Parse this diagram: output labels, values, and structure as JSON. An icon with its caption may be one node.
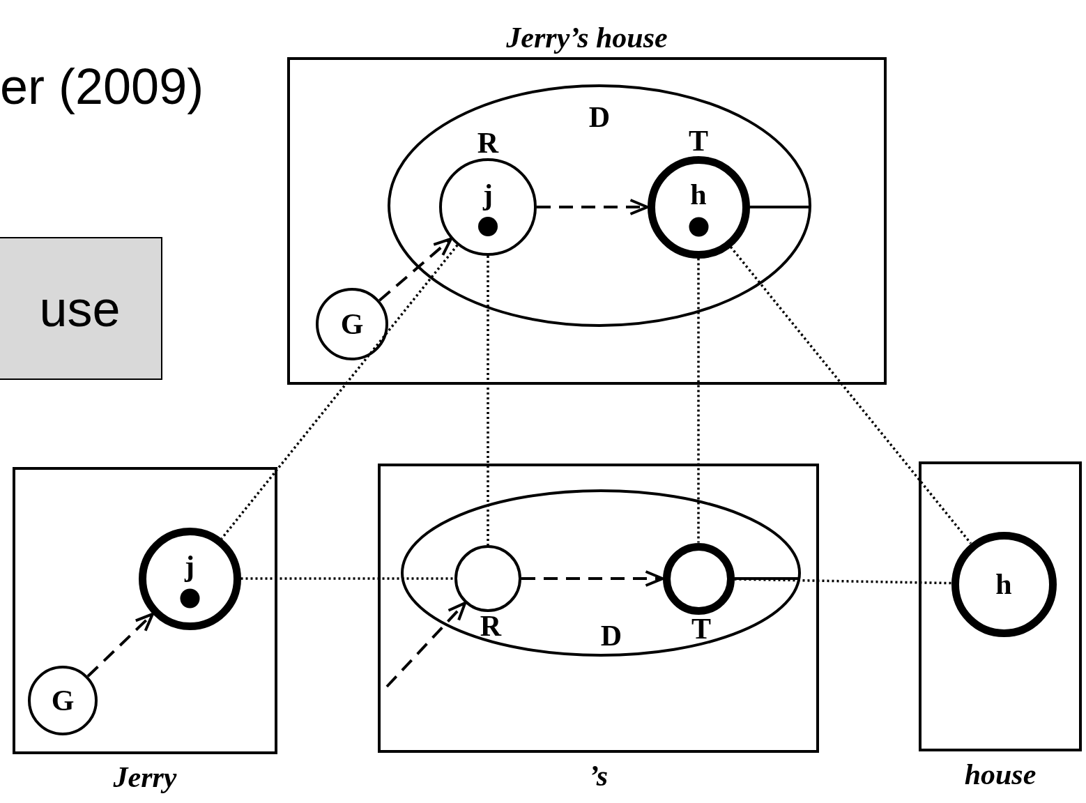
{
  "diagram": {
    "title": "er (2009)",
    "nodes": [
      {
        "text": [
          "Jerry’s house"
        ]
      },
      {
        "text": [
          "D"
        ],
        "in": 0
      },
      {
        "text": [
          "R",
          "j"
        ],
        "in": 1
      },
      {
        "text": [
          "T",
          "h"
        ],
        "in": 1
      },
      {
        "text": [
          "G"
        ],
        "in": 0
      },
      {
        "text": [
          "use"
        ]
      },
      {
        "text": [
          "Jerry"
        ]
      },
      {
        "text": [
          "j"
        ],
        "in": 6
      },
      {
        "text": [
          "G"
        ],
        "in": 6
      },
      {
        "text": [
          "’s"
        ]
      },
      {
        "text": [
          "D"
        ],
        "in": 9
      },
      {
        "text": [
          "R"
        ],
        "in": 10
      },
      {
        "text": [
          "T"
        ],
        "in": 10
      },
      {
        "text": [
          "house"
        ]
      },
      {
        "text": [
          "h"
        ],
        "in": 13
      }
    ],
    "edges": [
      {
        "from": 4,
        "to": 2,
        "arrow": "to",
        "style": "dashed"
      },
      {
        "from": 2,
        "to": 3,
        "arrow": "to",
        "style": "dashed"
      },
      {
        "from": 3,
        "to": 1,
        "arrow": "none"
      },
      {
        "from": 2,
        "to": 7,
        "arrow": "none",
        "style": "dashed"
      },
      {
        "from": 2,
        "to": 11,
        "arrow": "none",
        "style": "dashed"
      },
      {
        "from": 3,
        "to": 12,
        "arrow": "none",
        "style": "dashed"
      },
      {
        "from": 3,
        "to": 14,
        "arrow": "none",
        "style": "dashed"
      },
      {
        "from": 8,
        "to": 7,
        "arrow": "to",
        "style": "dashed"
      },
      {
        "from": 7,
        "to": 11,
        "arrow": "none",
        "style": "dashed"
      },
      {
        "from": 11,
        "to": 12,
        "arrow": "to",
        "style": "dashed"
      },
      {
        "from": 12,
        "to": 10,
        "arrow": "none"
      },
      {
        "from": null,
        "to": 11,
        "arrow": "to",
        "style": "dashed"
      },
      {
        "from": 12,
        "to": 14,
        "arrow": "none",
        "style": "dashed"
      }
    ]
  }
}
